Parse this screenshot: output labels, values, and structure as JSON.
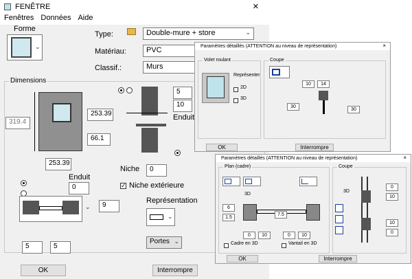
{
  "main": {
    "title": "FENÊTRE",
    "menu": [
      "Fenêtres",
      "Données",
      "Aide"
    ],
    "close": "×",
    "forme_label": "Forme",
    "type_label": "Type:",
    "type_value": "Double-mure + store",
    "materiau_label": "Matériau:",
    "materiau_value": "PVC",
    "classif_label": "Classif.:",
    "classif_value": "Murs",
    "dimensions_label": "Dimensions",
    "dim_height": "319.4",
    "dim_right": "253.39",
    "dim_sill": "66.1",
    "dim_width": "253.39",
    "wall1": "5",
    "wall2": "10",
    "enduit_label": "Enduit",
    "enduit_value": "0",
    "niche_label": "Niche",
    "niche_value": "0",
    "niche_ext_label": "Niche extérieure",
    "plan_value": "9",
    "plan_l": "5",
    "plan_r": "5",
    "representation_label": "Représentation",
    "portes_value": "Portes",
    "ok": "OK",
    "cancel": "Interrompre"
  },
  "dlg1": {
    "title": "Paramètres détaillés (ATTENTION au niveau de représentation)",
    "volet_label": "Volet roulant",
    "representer_label": "Représenter",
    "opt2d": "2D",
    "opt3d": "3D",
    "coupe_label": "Coupe",
    "v10": "10",
    "v14": "14",
    "v30a": "30",
    "v30b": "30",
    "ok": "OK",
    "cancel": "Interrompre"
  },
  "dlg2": {
    "title": "Paramètres détaillés (ATTENTION au niveau de représentation)",
    "plan_label": "Plan (cadre)",
    "coupe_label": "Coupe",
    "l3d": "3D",
    "v6": "6",
    "v15": "1.5",
    "v75": "7.5",
    "v0a": "0",
    "v10a": "10",
    "v0b": "0",
    "v10b": "10",
    "c0a": "0",
    "c10a": "10",
    "c10b": "10",
    "c0b": "0",
    "cadre3d": "Cadre en 3D",
    "vantail3d": "Vantail en 3D",
    "ok": "OK",
    "cancel": "Interrompre"
  }
}
